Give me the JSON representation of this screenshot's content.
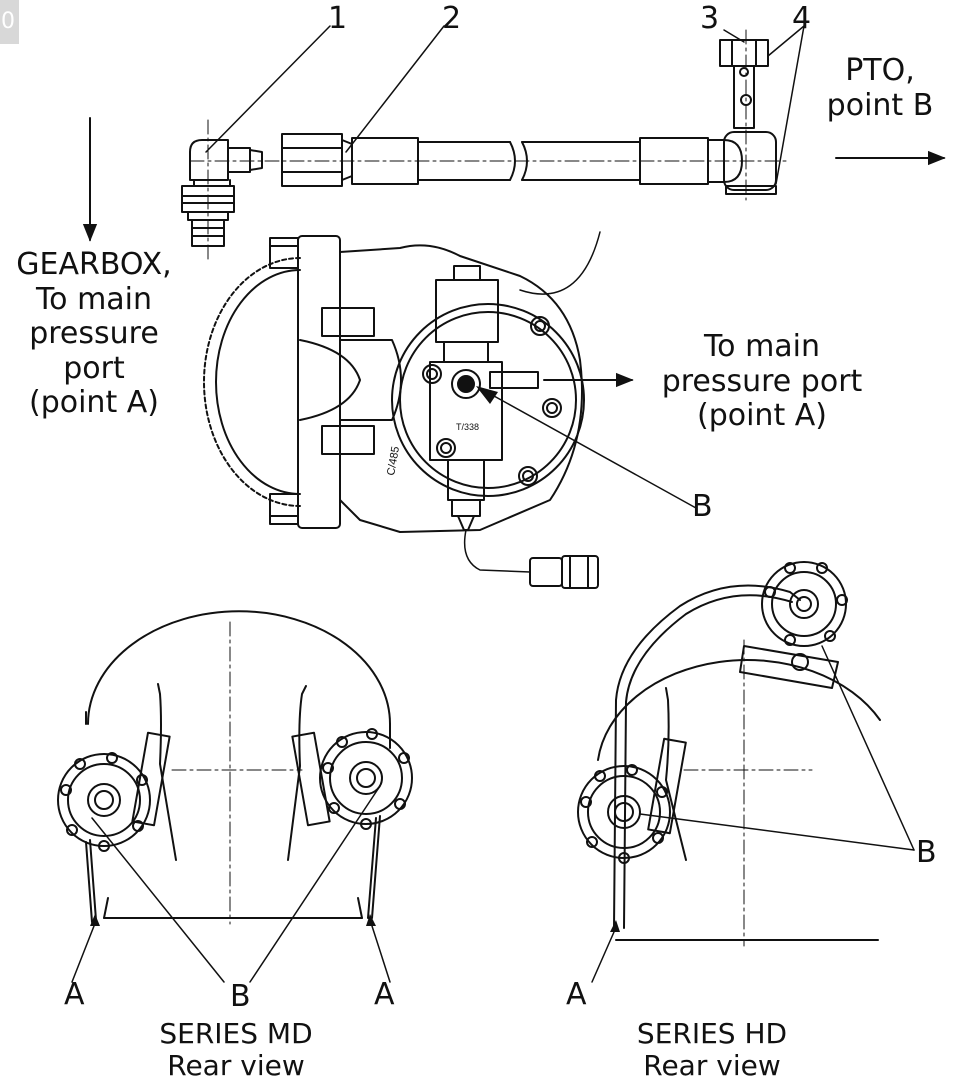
{
  "page_tag": "0",
  "callouts": [
    "1",
    "2",
    "3",
    "4"
  ],
  "labels": {
    "pto": [
      "PTO,",
      "point B"
    ],
    "gearbox": [
      "GEARBOX,",
      "To main",
      "pressure",
      "port",
      "(point A)"
    ],
    "to_main": [
      "To main",
      "pressure port",
      "(point A)"
    ],
    "b": "B",
    "a": "A",
    "valve_mark": "T/338",
    "body_mark": "C/485"
  },
  "captions": {
    "md": [
      "SERIES MD",
      "Rear view"
    ],
    "hd": [
      "SERIES HD",
      "Rear view"
    ]
  }
}
